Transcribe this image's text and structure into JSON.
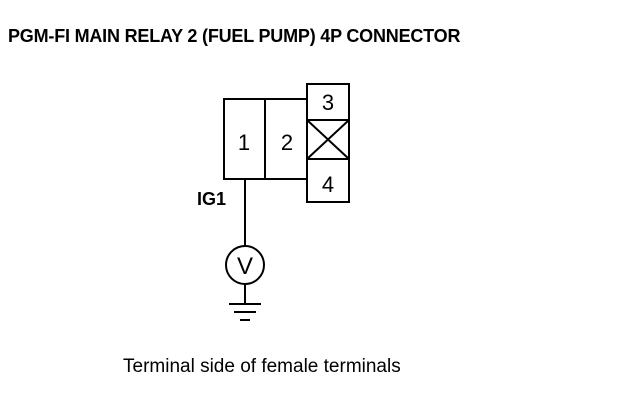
{
  "title": "PGM-FI MAIN RELAY 2 (FUEL PUMP) 4P CONNECTOR",
  "connector": {
    "terminals": [
      {
        "number": "1"
      },
      {
        "number": "2"
      },
      {
        "number": "3"
      },
      {
        "number": "4"
      }
    ],
    "unused_cavity": true
  },
  "wire_label": "IG1",
  "meter_symbol": "V",
  "caption": "Terminal side of female terminals"
}
